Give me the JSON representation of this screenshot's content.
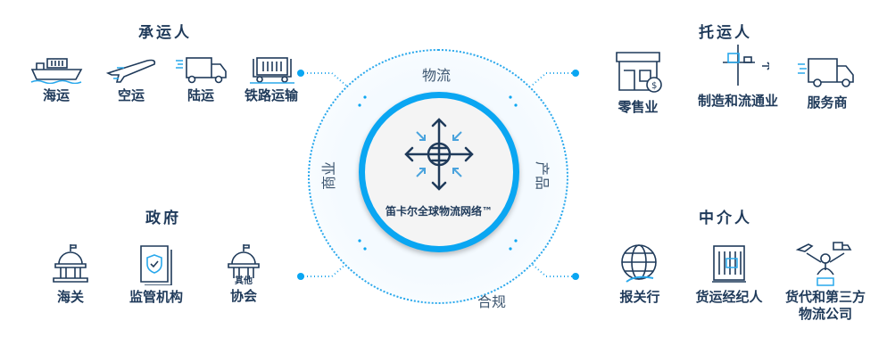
{
  "center": {
    "title": "笛卡尔全球物流网络™",
    "ring_labels": {
      "top": "物流",
      "right": "产品",
      "bottom": "合规",
      "left": "商业"
    }
  },
  "groups": {
    "carriers": {
      "title": "承运人",
      "items": [
        {
          "label": "海运",
          "icon": "ship-icon"
        },
        {
          "label": "空运",
          "icon": "airplane-icon"
        },
        {
          "label": "陆运",
          "icon": "truck-icon"
        },
        {
          "label": "铁路运输",
          "icon": "rail-container-icon"
        }
      ]
    },
    "shippers": {
      "title": "托运人",
      "items": [
        {
          "label": "零售业",
          "icon": "store-icon"
        },
        {
          "label": "制造和流通业",
          "icon": "conveyor-icon"
        },
        {
          "label": "服务商",
          "icon": "delivery-van-icon"
        }
      ]
    },
    "government": {
      "title": "政府",
      "items": [
        {
          "label": "海关",
          "icon": "capitol-icon"
        },
        {
          "label": "监管机构",
          "icon": "shield-document-icon"
        },
        {
          "label": "协会",
          "icon": "capitol-other-icon",
          "badge": "其他"
        }
      ]
    },
    "intermediaries": {
      "title": "中介人",
      "items": [
        {
          "label": "报关行",
          "icon": "globe-hand-icon"
        },
        {
          "label": "货运经纪人",
          "icon": "container-icon"
        },
        {
          "label": "货代和第三方物流公司",
          "icon": "network-person-icon"
        }
      ]
    }
  },
  "colors": {
    "accent": "#0aa6f2",
    "text": "#1f3a5a"
  }
}
